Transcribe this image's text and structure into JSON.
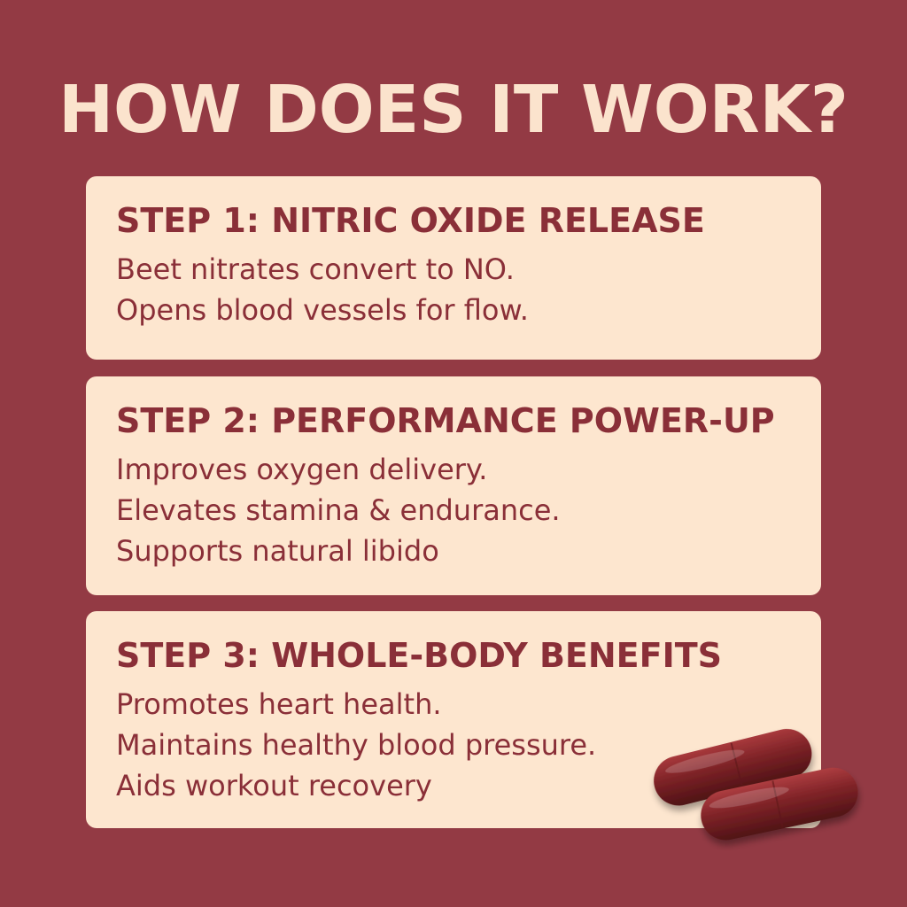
{
  "header": {
    "title": "HOW DOES IT WORK?"
  },
  "steps": [
    {
      "title": "STEP 1: NITRIC OXIDE RELEASE",
      "lines": [
        "Beet nitrates convert to NO.",
        "Opens blood vessels for flow."
      ]
    },
    {
      "title": "STEP 2: PERFORMANCE POWER-UP",
      "lines": [
        "Improves oxygen delivery.",
        "Elevates stamina & endurance.",
        "Supports natural libido"
      ]
    },
    {
      "title": "STEP 3: WHOLE-BODY BENEFITS",
      "lines": [
        "Promotes heart health.",
        "Maintains healthy blood pressure.",
        "Aids workout recovery"
      ]
    }
  ],
  "colors": {
    "background": "#933a44",
    "card": "#fde6cf",
    "title_text": "#fbe3cd",
    "card_text": "#8a2f38",
    "capsule": "#7a2024"
  },
  "icons": {
    "capsules": "capsule-pills-icon"
  }
}
